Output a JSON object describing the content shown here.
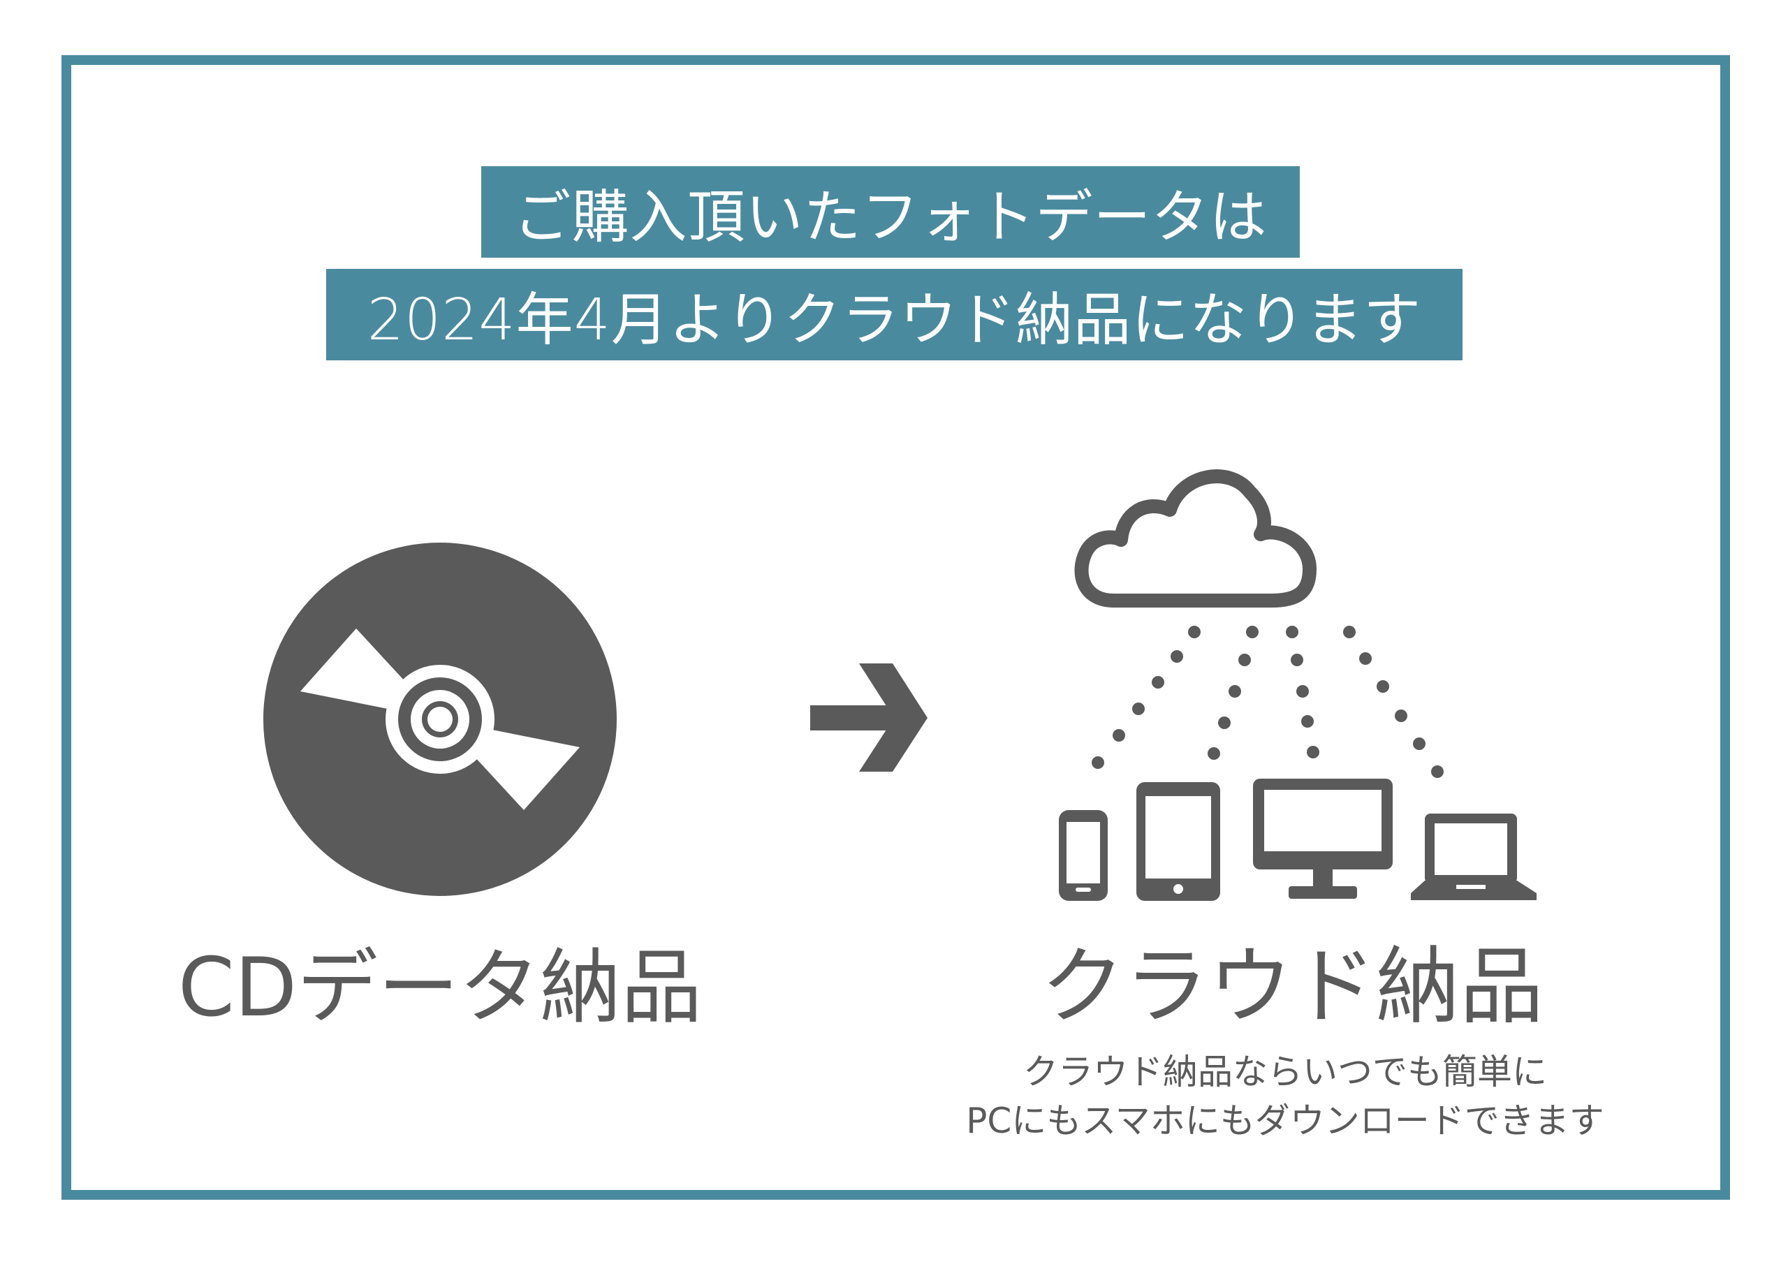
{
  "headline": {
    "line1": "ご購入頂いたフォトデータは",
    "line2": "2024年4月よりクラウド納品になります"
  },
  "left": {
    "icon": "cd-disc-icon",
    "label": "CDデータ納品"
  },
  "arrow": {
    "icon": "arrow-right-icon"
  },
  "right": {
    "icon": "cloud-devices-icon",
    "label": "クラウド納品",
    "description_line1": "クラウド納品ならいつでも簡単に",
    "description_line2": "PCにもスマホにもダウンロードできます"
  },
  "colors": {
    "accent": "#4a8a9e",
    "icon_gray": "#5a5a5a",
    "background": "#ffffff"
  }
}
